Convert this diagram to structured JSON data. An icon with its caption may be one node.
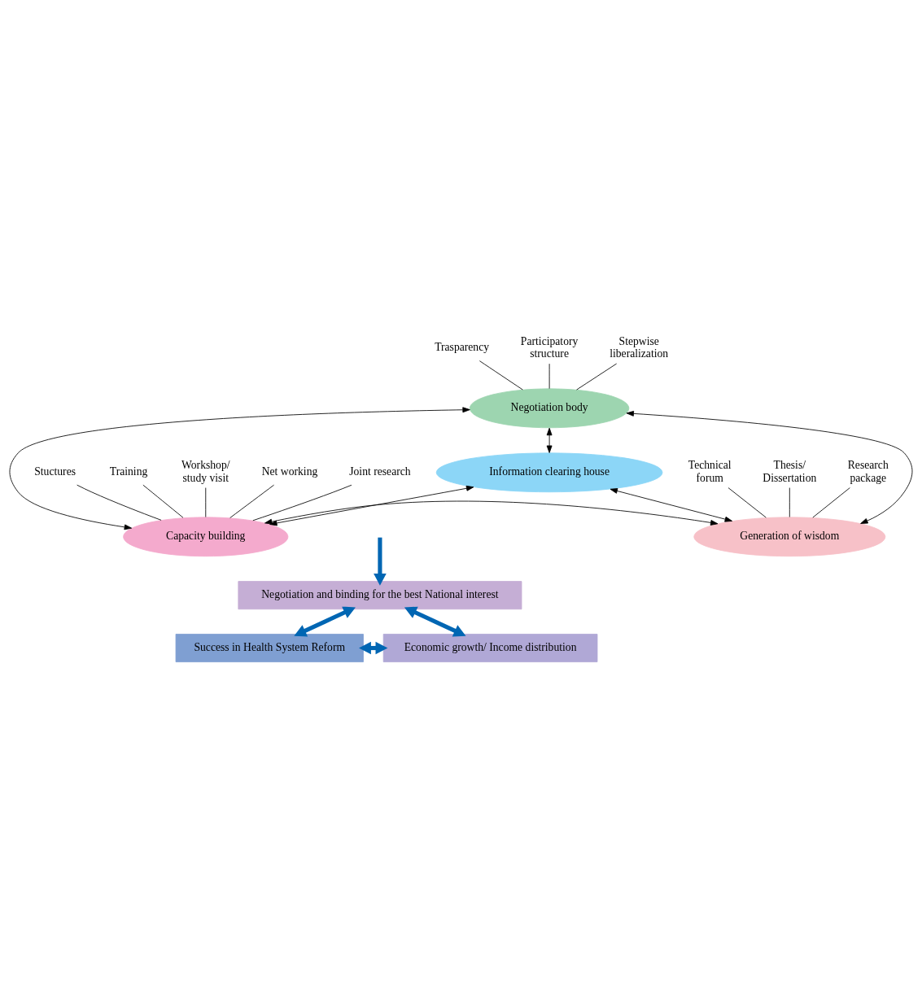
{
  "diagram": {
    "nodes": [
      {
        "text": [
          "Negotiation body"
        ]
      },
      {
        "text": [
          "Information clearing house"
        ]
      },
      {
        "text": [
          "Capacity building"
        ]
      },
      {
        "text": [
          "Generation of wisdom"
        ]
      },
      {
        "text": [
          "Negotiation and binding for the best National interest"
        ]
      },
      {
        "text": [
          "Success in Health System Reform"
        ]
      },
      {
        "text": [
          "Economic growth/ Income distribution"
        ]
      },
      {
        "text": [
          "Trasparency"
        ]
      },
      {
        "text": [
          "Participatory structure"
        ]
      },
      {
        "text": [
          "Stepwise liberalization"
        ]
      },
      {
        "text": [
          "Stuctures"
        ]
      },
      {
        "text": [
          "Training"
        ]
      },
      {
        "text": [
          "Workshop/ study visit"
        ]
      },
      {
        "text": [
          "Net working"
        ]
      },
      {
        "text": [
          "Joint research"
        ]
      },
      {
        "text": [
          "Research package"
        ]
      },
      {
        "text": [
          "Thesis/ Dissertation"
        ]
      },
      {
        "text": [
          "Technical forum"
        ]
      }
    ],
    "edges": [
      {
        "from": 7,
        "to": 0,
        "arrow": "none"
      },
      {
        "from": 8,
        "to": 0,
        "arrow": "none"
      },
      {
        "from": 9,
        "to": 0,
        "arrow": "none"
      },
      {
        "from": 0,
        "to": 1,
        "arrow": "both"
      },
      {
        "from": 0,
        "to": 2,
        "arrow": "both"
      },
      {
        "from": 0,
        "to": 3,
        "arrow": "both"
      },
      {
        "from": 1,
        "to": 2,
        "arrow": "both"
      },
      {
        "from": 1,
        "to": 3,
        "arrow": "both"
      },
      {
        "from": 2,
        "to": 3,
        "arrow": "both"
      },
      {
        "from": 10,
        "to": 2,
        "arrow": "none"
      },
      {
        "from": 11,
        "to": 2,
        "arrow": "none"
      },
      {
        "from": 12,
        "to": 2,
        "arrow": "none"
      },
      {
        "from": 13,
        "to": 2,
        "arrow": "none"
      },
      {
        "from": 14,
        "to": 2,
        "arrow": "none"
      },
      {
        "from": 15,
        "to": 3,
        "arrow": "none"
      },
      {
        "from": 16,
        "to": 3,
        "arrow": "none"
      },
      {
        "from": 17,
        "to": 3,
        "arrow": "none"
      },
      {
        "from": null,
        "to": 4,
        "arrow": "to",
        "style": "thick",
        "color": "#0066b3"
      },
      {
        "from": 4,
        "to": 5,
        "arrow": "both",
        "style": "thick",
        "color": "#0066b3"
      },
      {
        "from": 4,
        "to": 6,
        "arrow": "both",
        "style": "thick",
        "color": "#0066b3"
      },
      {
        "from": 5,
        "to": 6,
        "arrow": "both",
        "style": "thick",
        "color": "#0066b3"
      }
    ]
  }
}
